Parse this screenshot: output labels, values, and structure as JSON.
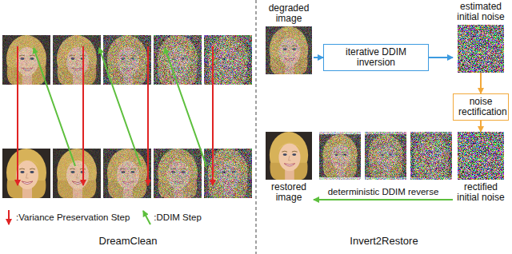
{
  "diagram": {
    "nodes": [
      {
        "text": [
          "degraded image"
        ]
      },
      {
        "text": [
          "iterative DDIM inversion"
        ]
      },
      {
        "text": [
          "estimated initial noise"
        ]
      },
      {
        "text": [
          "noise rectification"
        ]
      },
      {
        "text": [
          "rectified initial noise"
        ]
      },
      {
        "text": [
          "restored image"
        ]
      }
    ],
    "edges": [
      {
        "from": 0,
        "to": 1,
        "arrow": "to"
      },
      {
        "from": 1,
        "to": 2,
        "arrow": "to"
      },
      {
        "from": 2,
        "to": 3,
        "arrow": "to"
      },
      {
        "from": 3,
        "to": 4,
        "arrow": "to"
      },
      {
        "from": 4,
        "to": 5,
        "label": "deterministic DDIM reverse",
        "arrow": "to"
      }
    ],
    "labels": [
      "DreamClean",
      "Invert2Restore"
    ],
    "legend": [
      {
        "text": ":Variance Preservation Step"
      },
      {
        "text": ":DDIM Step"
      }
    ]
  }
}
